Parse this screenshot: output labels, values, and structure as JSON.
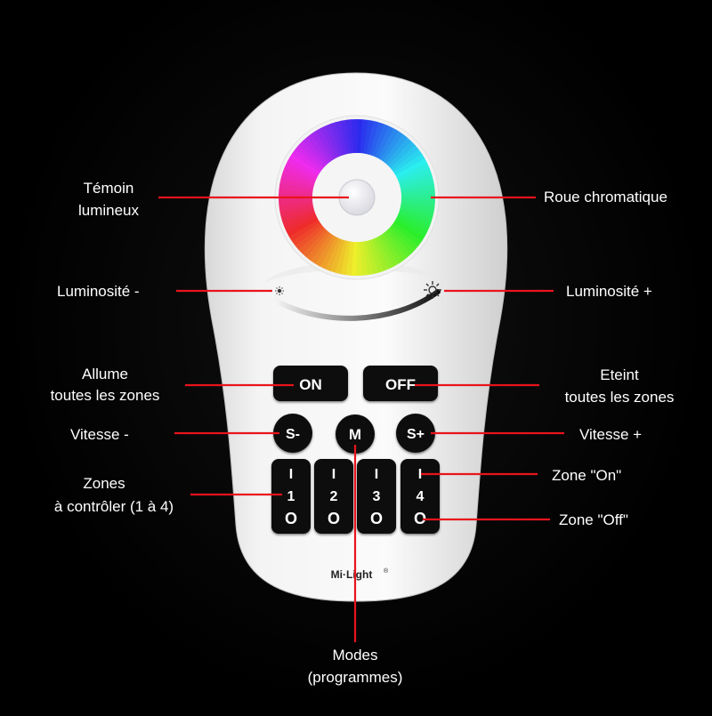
{
  "remote": {
    "brand": "Mi·Light",
    "brand_mark": "®",
    "on_label": "ON",
    "off_label": "OFF",
    "speed_minus_label": "S-",
    "mode_label": "M",
    "speed_plus_label": "S+",
    "zones": [
      {
        "on": "I",
        "number": "1",
        "off": "O"
      },
      {
        "on": "I",
        "number": "2",
        "off": "O"
      },
      {
        "on": "I",
        "number": "3",
        "off": "O"
      },
      {
        "on": "I",
        "number": "4",
        "off": "O"
      }
    ]
  },
  "callouts": {
    "indicator": [
      "Témoin",
      "lumineux"
    ],
    "color_wheel": [
      "Roue chromatique"
    ],
    "brightness_minus": [
      "Luminosité -"
    ],
    "brightness_plus": [
      "Luminosité +"
    ],
    "all_on": [
      "Allume",
      "toutes les zones"
    ],
    "all_off": [
      "Eteint",
      "toutes les zones"
    ],
    "speed_minus": [
      "Vitesse -"
    ],
    "speed_plus": [
      "Vitesse +"
    ],
    "zones": [
      "Zones",
      "à contrôler (1 à 4)"
    ],
    "zone_on": [
      "Zone \"On\""
    ],
    "zone_off": [
      "Zone \"Off\""
    ],
    "modes": [
      "Modes",
      "(programmes)"
    ]
  },
  "colors": {
    "leader_line": "#e8141c",
    "remote_body": "#f2f2f2",
    "button": "#111111",
    "background": "#000000"
  }
}
